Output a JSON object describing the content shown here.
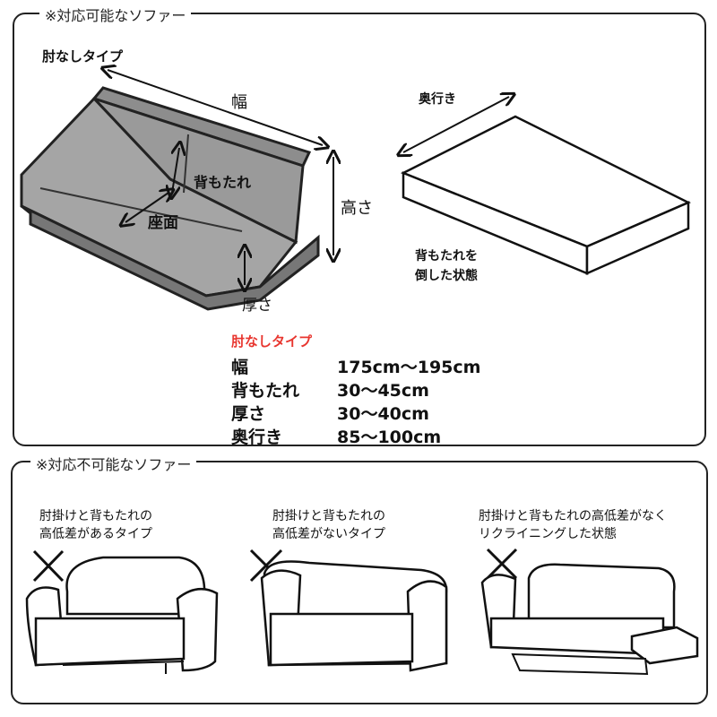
{
  "top_panel": {
    "title": "※対応可能なソファー",
    "type_label": "肘なしタイプ",
    "dim_width": "幅",
    "dim_back": "背もたれ",
    "dim_seat": "座面",
    "dim_height": "高さ",
    "dim_thickness": "厚さ",
    "dim_depth": "奥行き",
    "flat_caption_1": "背もたれを",
    "flat_caption_2": "倒した状態",
    "spec_title": "肘なしタイプ",
    "spec_title_color": "#e8362f",
    "specs": [
      {
        "label": "幅",
        "value": "175cm～195cm"
      },
      {
        "label": "背もたれ",
        "value": "30～45cm"
      },
      {
        "label": "厚さ",
        "value": "30～40cm"
      },
      {
        "label": "奥行き",
        "value": "85～100cm"
      }
    ]
  },
  "bottom_panel": {
    "title": "※対応不可能なソファー",
    "items": [
      {
        "line1": "肘掛けと背もたれの",
        "line2": "高低差があるタイプ",
        "mark": "×"
      },
      {
        "line1": "肘掛けと背もたれの",
        "line2": "高低差がないタイプ",
        "mark": "×"
      },
      {
        "line1": "肘掛けと背もたれの高低差がなく",
        "line2": "リクライニングした状態",
        "mark": "×"
      }
    ]
  }
}
